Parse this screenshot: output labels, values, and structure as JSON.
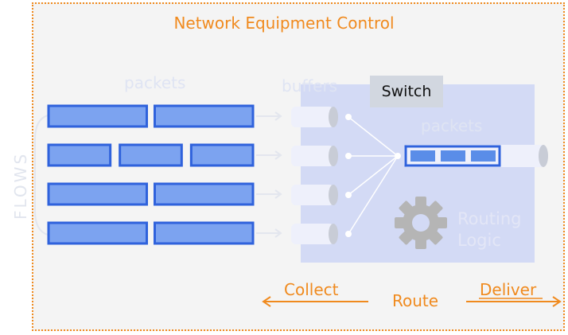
{
  "title": "Network Equipment Control",
  "flows_label": "FLOWS",
  "packets_label_left": "packets",
  "buffers_label": "buffers",
  "switch_label": "Switch",
  "packets_label_right": "packets",
  "routing_logic_label": [
    "Routing",
    "Logic"
  ],
  "actions": {
    "collect": "Collect",
    "route": "Route",
    "deliver": "Deliver"
  },
  "flow_rows": [
    2,
    3,
    2,
    2
  ],
  "buffer_count": 4,
  "queue_packets": 3,
  "icons": [
    "gear-icon",
    "arrow-left-icon",
    "arrow-right-icon"
  ],
  "colors": {
    "accent": "#f08a1e",
    "packet_fill": "#7ca3f0",
    "packet_border": "#2f62dc",
    "panel": "#d3daf5",
    "switch_box": "#d2d7e0",
    "gear": "#b5b5b5"
  }
}
